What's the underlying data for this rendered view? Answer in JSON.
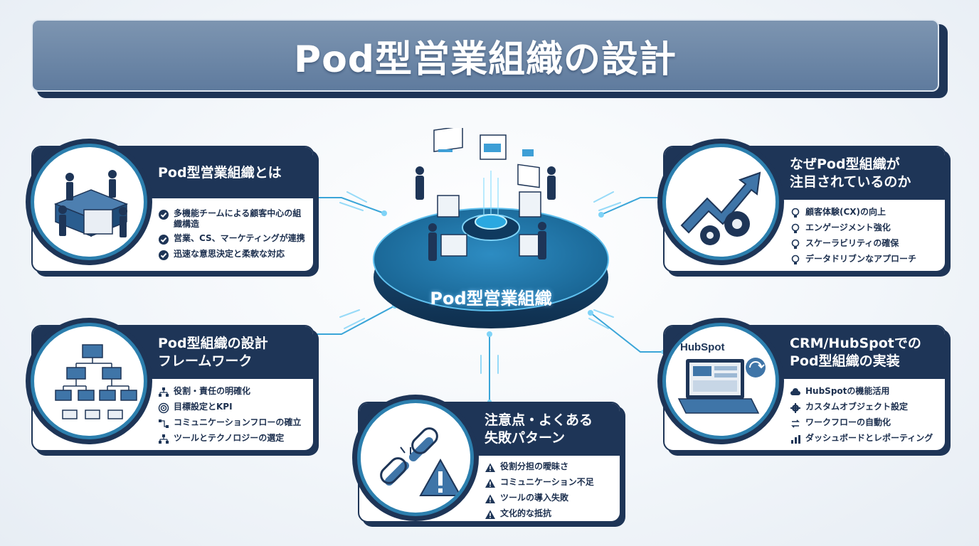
{
  "title": "Pod型営業組織の設計",
  "center": {
    "label": "Pod型営業組織"
  },
  "cards": {
    "about": {
      "heading": [
        "Pod型営業組織とは"
      ],
      "items": [
        "多機能チームによる顧客中心の組織構造",
        "営業、CS、マーケティングが連携",
        "迅速な意思決定と柔軟な対応"
      ],
      "bullet_icon": "check-circle-icon",
      "illustration": "puzzle-team-icon"
    },
    "why": {
      "heading": [
        "なぜPod型組織が",
        "注目されているのか"
      ],
      "items": [
        "顧客体験(CX)の向上",
        "エンゲージメント強化",
        "スケーラビリティの確保",
        "データドリブンなアプローチ"
      ],
      "bullet_icon": "lightbulb-icon",
      "illustration": "growth-arrow-gears-icon"
    },
    "framework": {
      "heading": [
        "Pod型組織の設計",
        "フレームワーク"
      ],
      "items": [
        "役割・責任の明確化",
        "目標設定とKPI",
        "コミュニケーションフローの確立",
        "ツールとテクノロジーの選定"
      ],
      "item_icons": [
        "org-chart-icon",
        "target-icon",
        "flow-icon",
        "org-chart-icon"
      ],
      "illustration": "org-structure-icon"
    },
    "crm": {
      "heading": [
        "CRM/HubSpotでの",
        "Pod型組織の実装"
      ],
      "items": [
        "HubSpotの機能活用",
        "カスタムオブジェクト設定",
        "ワークフローの自動化",
        "ダッシュボードとレポーティング"
      ],
      "item_icons": [
        "cloud-icon",
        "gear-icon",
        "loop-icon",
        "bar-chart-icon"
      ],
      "illustration": "laptop-hubspot-icon",
      "logo_text": "HubSpot"
    },
    "pitfalls": {
      "heading": [
        "注意点・よくある",
        "失敗パターン"
      ],
      "items": [
        "役割分担の曖昧さ",
        "コミュニケーション不足",
        "ツールの導入失敗",
        "文化的な抵抗"
      ],
      "bullet_icon": "warning-icon",
      "illustration": "broken-chain-warning-icon"
    }
  },
  "colors": {
    "navy": "#1e3557",
    "accent": "#2c7fae",
    "title_bar": "#6b86a7",
    "glow": "#4fc3f7"
  }
}
